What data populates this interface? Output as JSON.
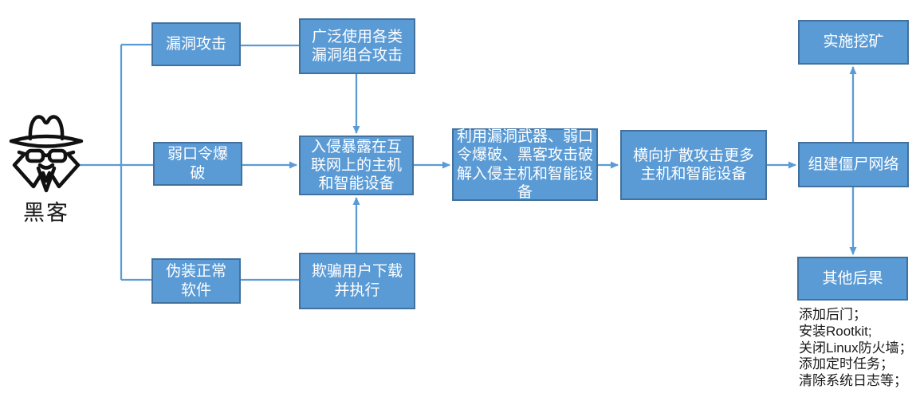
{
  "diagram": {
    "actor": {
      "label": "黑客",
      "icon": "spy-icon"
    },
    "nodes": {
      "vuln_attack": {
        "label": "漏洞攻击"
      },
      "weak_password": {
        "label": "弱口令爆破"
      },
      "disguise": {
        "label": "伪装正常软件"
      },
      "broad_vuln": {
        "label": "广泛使用各类漏洞组合攻击"
      },
      "intrude": {
        "label": "入侵暴露在互联网上的主机和智能设备"
      },
      "trick_download": {
        "label": "欺骗用户下载并执行"
      },
      "exploit_crack": {
        "label": "利用漏洞武器、弱口令爆破、黑客攻击破解入侵主机和智能设备"
      },
      "lateral_spread": {
        "label": "横向扩散攻击更多主机和智能设备"
      },
      "botnet": {
        "label": "组建僵尸网络"
      },
      "mining": {
        "label": "实施挖矿"
      },
      "other_results": {
        "label": "其他后果"
      }
    },
    "consequences": [
      "添加后门；",
      "安装Rootkit;",
      "关闭Linux防火墙；",
      "添加定时任务；",
      "清除系统日志等；"
    ],
    "colors": {
      "box_fill": "#5B9BD5",
      "box_border": "#41719C",
      "connector": "#5B9BD5",
      "box_text": "#FFFFFF"
    }
  }
}
